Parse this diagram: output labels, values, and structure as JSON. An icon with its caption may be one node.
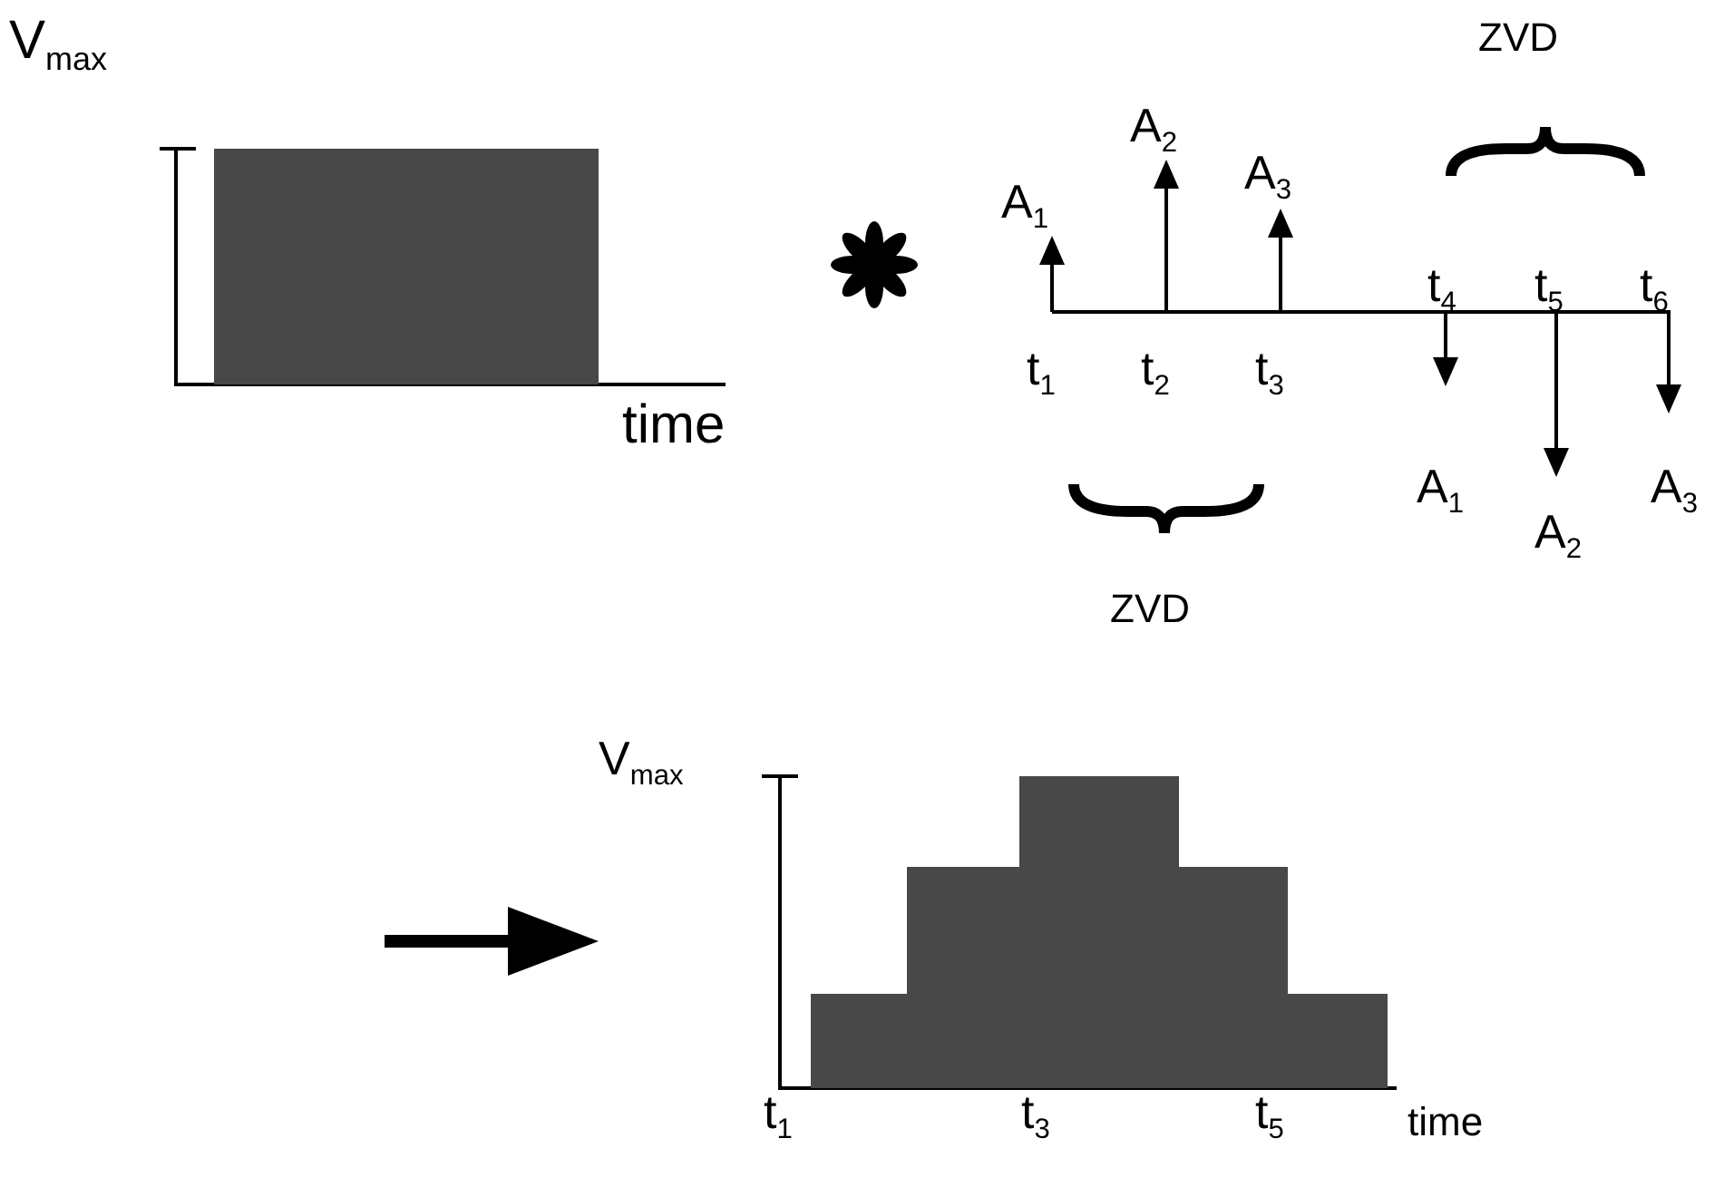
{
  "diagram": {
    "labels": [
      "V$_{max}$",
      "time",
      "A$_{1}$",
      "A$_{2}$",
      "A$_{3}$",
      "ZVD",
      "t$_{4}$",
      "t$_{5}$",
      "t$_{6}$",
      "t$_{1}$",
      "t$_{2}$",
      "t$_{3}$",
      "A$_{1}$",
      "A$_{2}$",
      "A$_{3}$",
      "ZVD",
      "V$_{max}$",
      "t$_{1}$",
      "t$_{3}$",
      "t$_{5}$",
      "time"
    ]
  }
}
